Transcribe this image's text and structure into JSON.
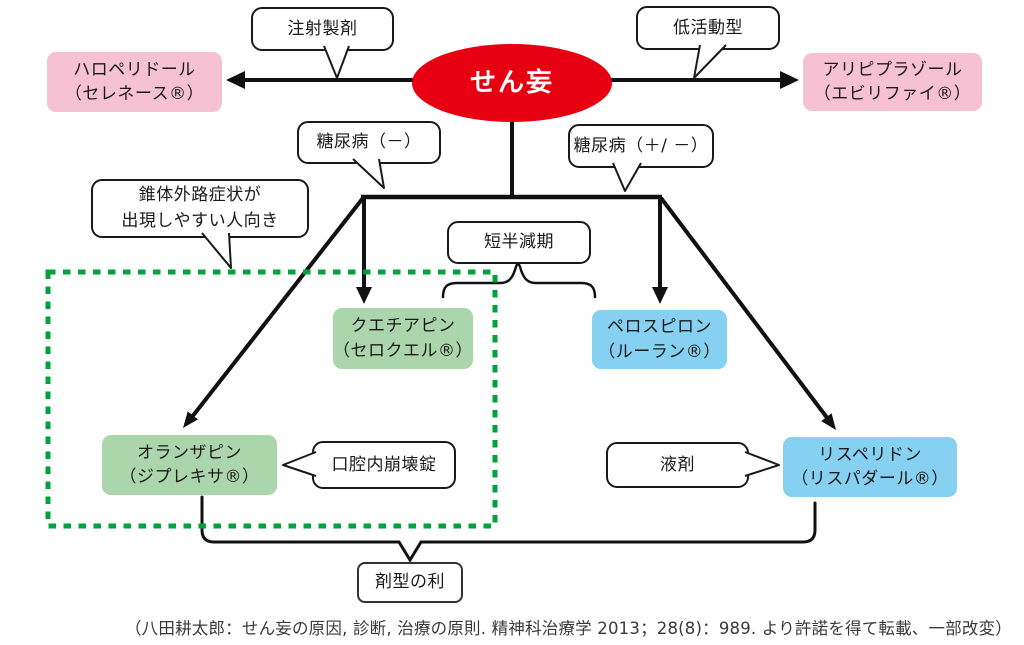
{
  "nodes": {
    "delirium": "せん妄",
    "haloperidol": {
      "name": "ハロペリドール",
      "brand": "（セレネース®）"
    },
    "aripiprazole": {
      "name": "アリピプラゾール",
      "brand": "（エビリファイ®）"
    },
    "quetiapine": {
      "name": "クエチアピン",
      "brand": "（セロクエル®）"
    },
    "perospirone": {
      "name": "ペロスピロン",
      "brand": "（ルーラン®）"
    },
    "olanzapine": {
      "name": "オランザピン",
      "brand": "（ジプレキサ®）"
    },
    "risperidone": {
      "name": "リスペリドン",
      "brand": "（リスパダール®）"
    }
  },
  "labels": {
    "injection": "注射製剤",
    "hypoactive": "低活動型",
    "diabetes_negative": "糖尿病（－）",
    "diabetes_plus_minus": "糖尿病（＋/ －）",
    "eps_line1": "錐体外路症状が",
    "eps_line2": "出現しやすい人向き",
    "short_half_life": "短半減期",
    "odt": "口腔内崩壊錠",
    "liquid": "液剤",
    "dosage_form": "剤型の利"
  },
  "citation": "（八田耕太郎：せん妄の原因, 診断, 治療の原則. 精神科治療学 2013；28(8)：989. より許諾を得て転載、一部改変）",
  "colors": {
    "delirium_red": "#e60012",
    "pink_box": "#f6c2d3",
    "green_box": "#abd5ab",
    "blue_box": "#86d0f1",
    "dashed_frame_green": "#00a23e",
    "line_black": "#111111"
  }
}
